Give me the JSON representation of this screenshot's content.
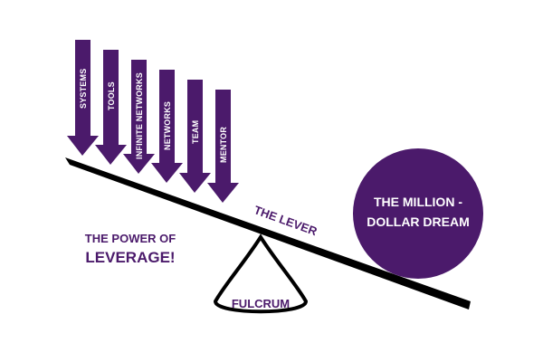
{
  "colors": {
    "purple": "#4b1a6b",
    "black": "#000000",
    "white": "#ffffff"
  },
  "arrows": [
    {
      "label": "SYSTEMS"
    },
    {
      "label": "TOOLS"
    },
    {
      "label": "INFINITE NETWORKS"
    },
    {
      "label": "NETWORKS"
    },
    {
      "label": "TEAM"
    },
    {
      "label": "MENTOR"
    }
  ],
  "lever": {
    "label": "THE LEVER"
  },
  "fulcrum": {
    "label": "FULCRUM"
  },
  "dream": {
    "line1": "THE MILLION -",
    "line2": "DOLLAR DREAM"
  },
  "power": {
    "line1": "THE POWER OF",
    "line2": "LEVERAGE!"
  }
}
